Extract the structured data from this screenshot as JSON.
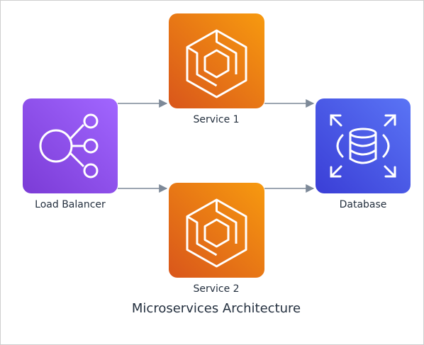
{
  "diagram": {
    "title": "Microservices Architecture",
    "nodes": {
      "load_balancer": {
        "label": "Load Balancer",
        "icon": "load-balancer-icon",
        "colors": [
          "#a166ff",
          "#7b3bd6"
        ]
      },
      "service_1": {
        "label": "Service 1",
        "icon": "ecs-service-icon",
        "colors": [
          "#f79a0f",
          "#d9561b"
        ]
      },
      "service_2": {
        "label": "Service 2",
        "icon": "ecs-service-icon",
        "colors": [
          "#f79a0f",
          "#d9561b"
        ]
      },
      "database": {
        "label": "Database",
        "icon": "database-icon",
        "colors": [
          "#5a74f5",
          "#3a3ed6"
        ]
      }
    },
    "edges": [
      {
        "from": "Load Balancer",
        "to": "Service 1"
      },
      {
        "from": "Load Balancer",
        "to": "Service 2"
      },
      {
        "from": "Service 1",
        "to": "Database"
      },
      {
        "from": "Service 2",
        "to": "Database"
      }
    ],
    "edge_color": "#7d8998"
  }
}
